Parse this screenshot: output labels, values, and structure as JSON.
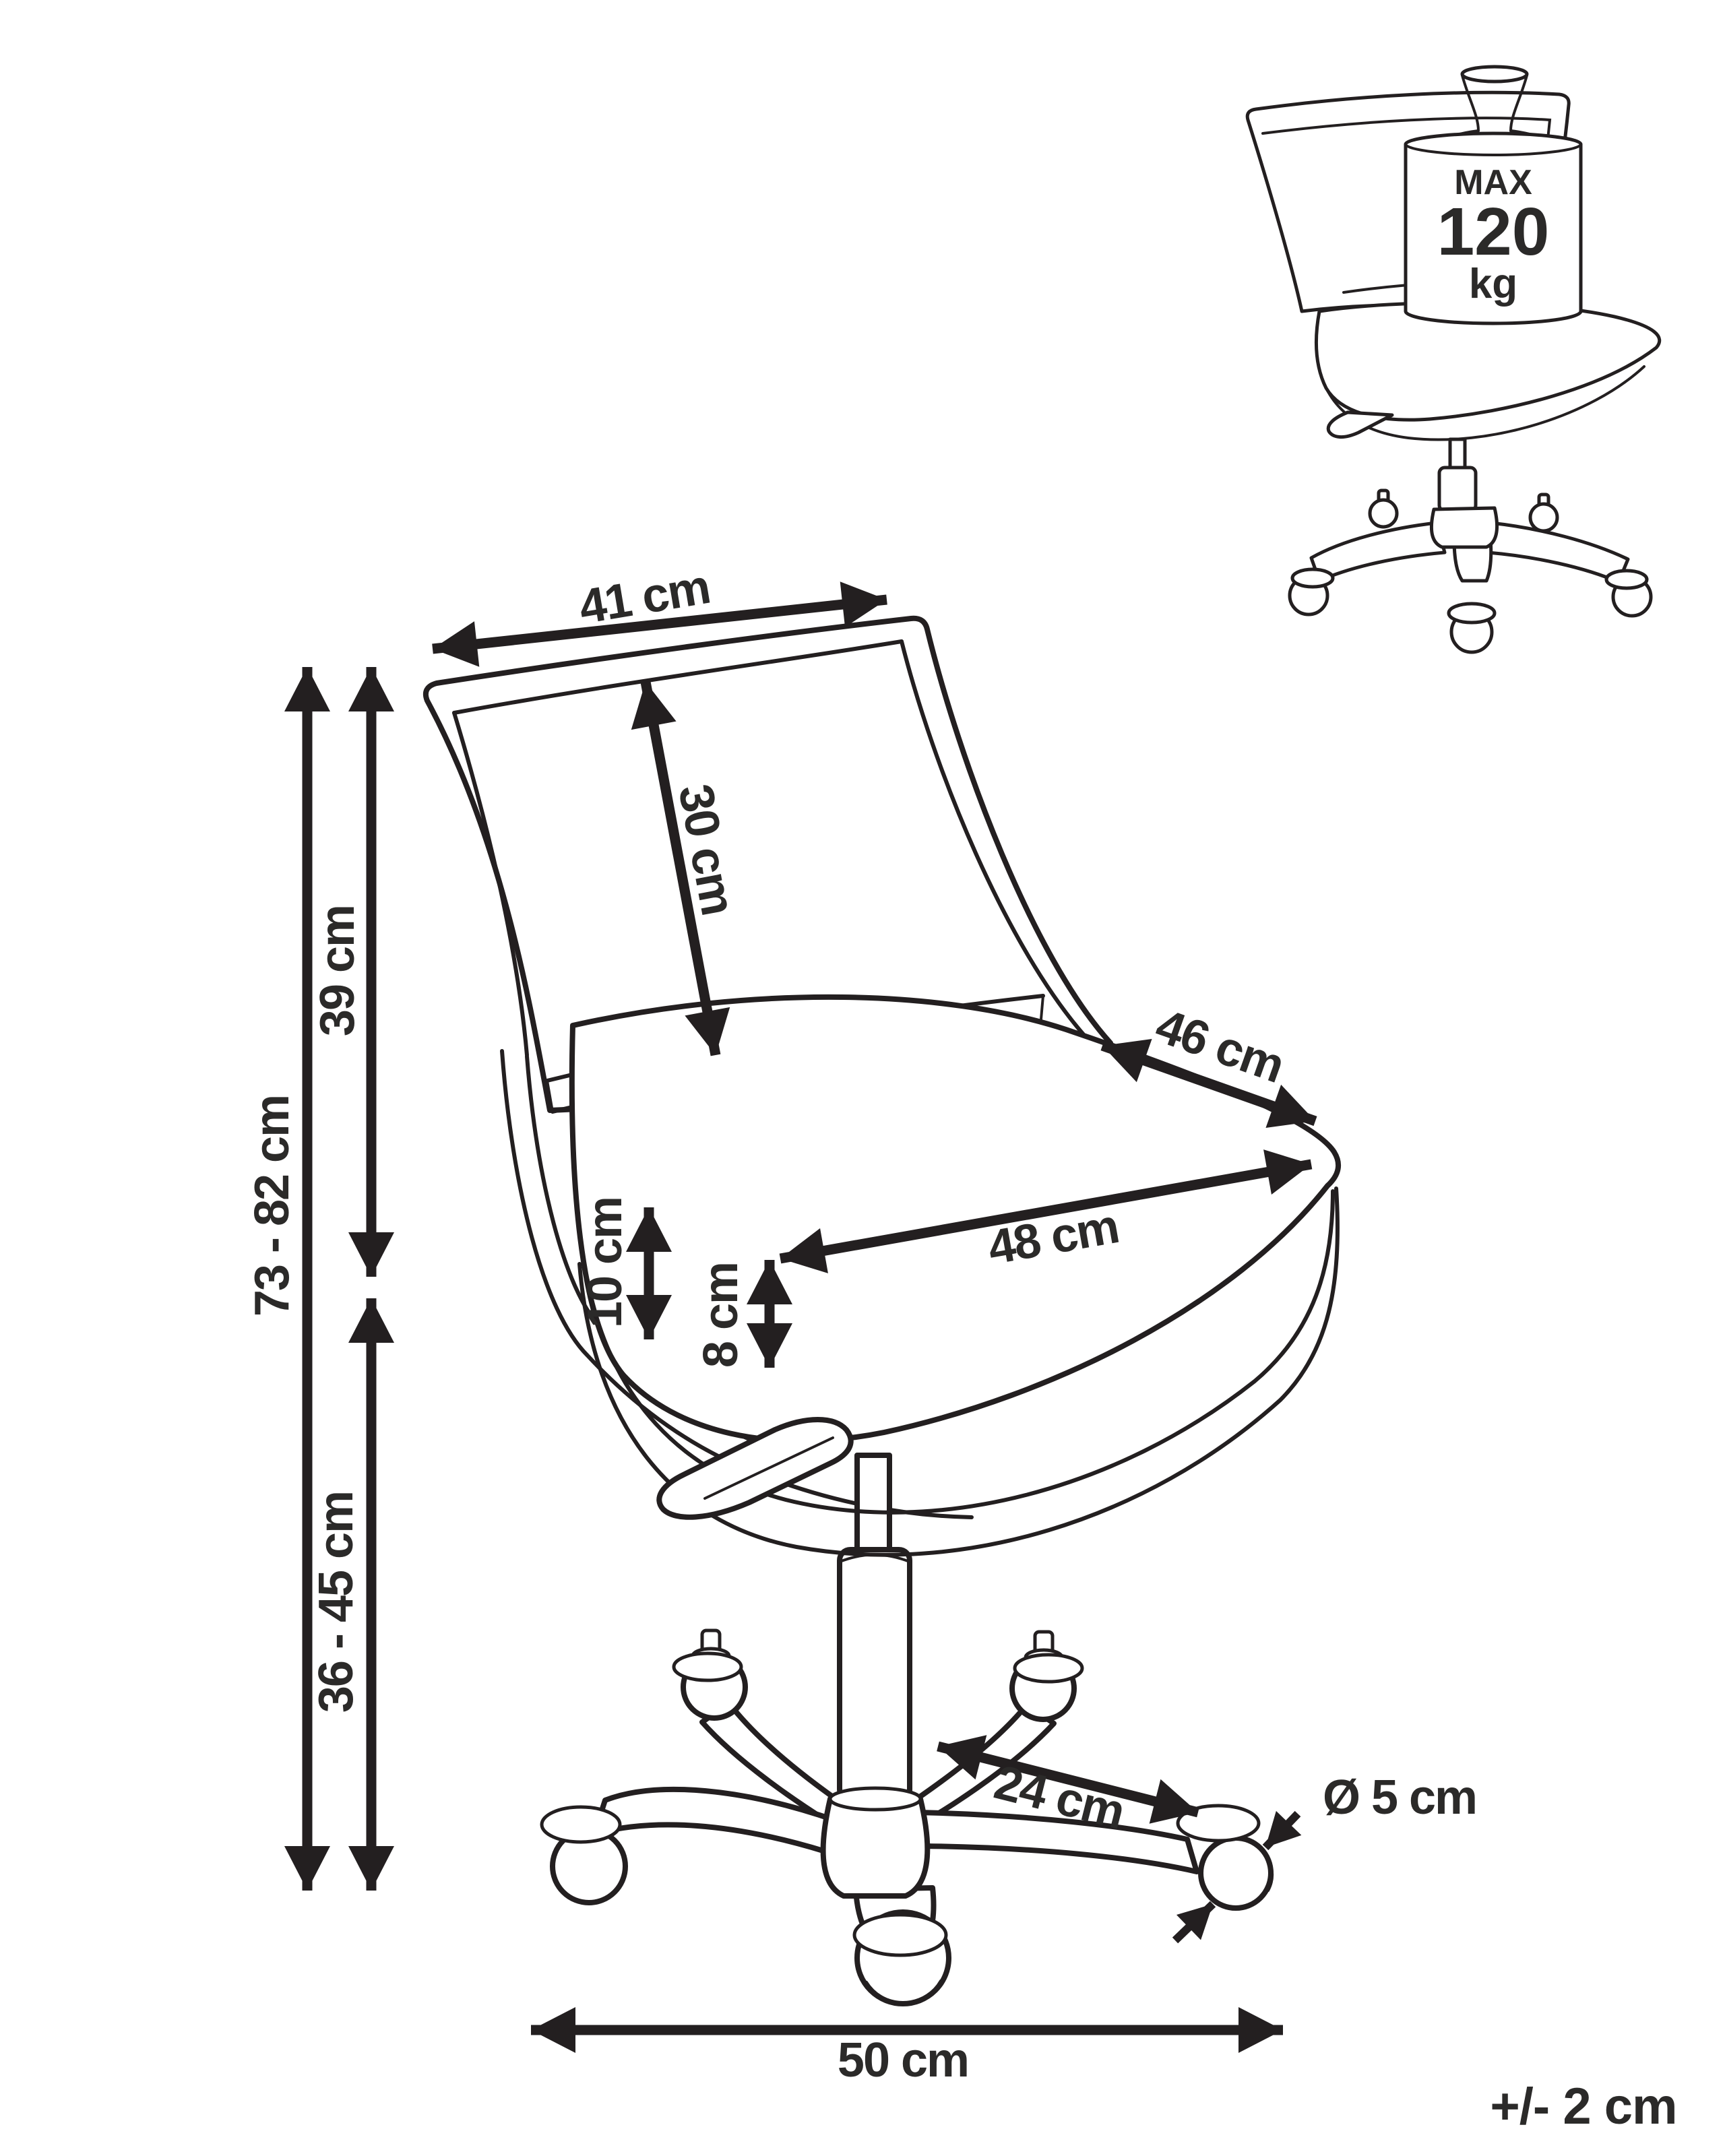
{
  "page": {
    "title": "Office chair dimensions diagram"
  },
  "colors": {
    "line": "#231f20",
    "text": "#2b2a29",
    "background": "#ffffff"
  },
  "dimensions": {
    "back_width": "41 cm",
    "backrest_inner_height": "30 cm",
    "backrest_height": "39 cm",
    "total_height": "73 - 82 cm",
    "seat_height": "36 - 45 cm",
    "seat_depth": "46 cm",
    "seat_width": "48 cm",
    "seat_side_height": "10 cm",
    "cushion_thickness": "8 cm",
    "base_leg_length": "24 cm",
    "caster_diameter": "Ø 5 cm",
    "base_width": "50 cm"
  },
  "max_load": {
    "label": "MAX",
    "value": "120",
    "unit": "kg"
  },
  "tolerance": "+/- 2 cm"
}
